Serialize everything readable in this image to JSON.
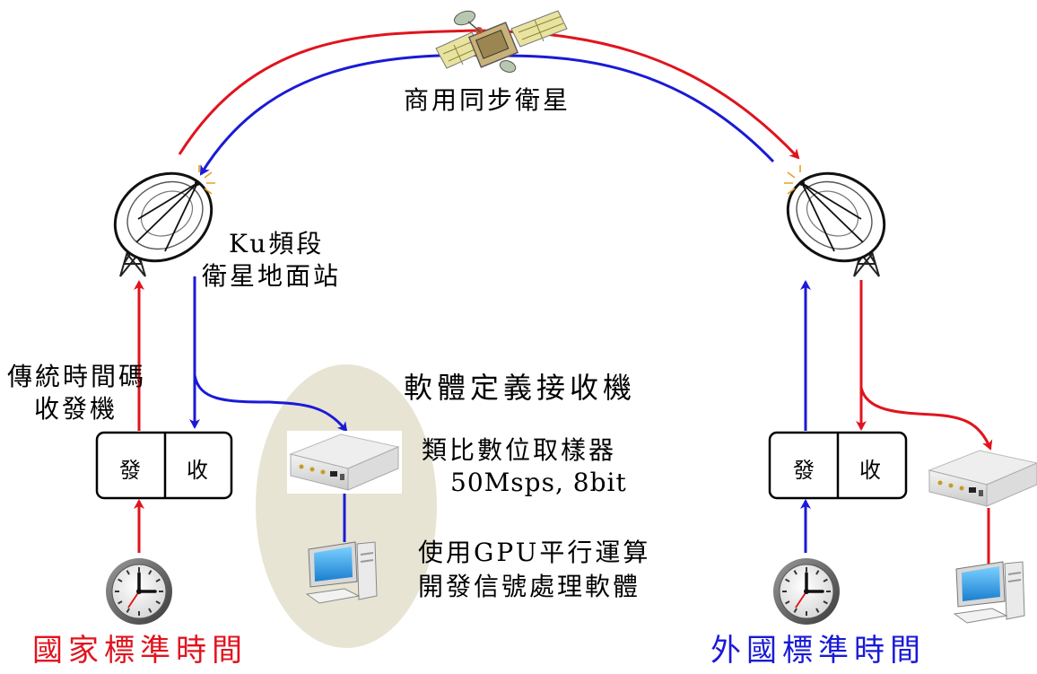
{
  "satellite_label": "商用同步衛星",
  "ground_station": {
    "line1": "Ku頻段",
    "line2": "衛星地面站"
  },
  "timecode_transceiver": {
    "line1": "傳統時間碼",
    "line2": "收發機"
  },
  "sdr_title": "軟體定義接收機",
  "digitizer": {
    "line1": "類比數位取樣器",
    "line2": "50Msps, 8bit"
  },
  "gpu": {
    "line1": "使用GPU平行運算",
    "line2": "開發信號處理軟體"
  },
  "transceiver_left": {
    "tx": "發",
    "rx": "收"
  },
  "transceiver_right": {
    "tx": "發",
    "rx": "收"
  },
  "national_time": "國家標準時間",
  "foreign_time": "外國標準時間",
  "colors": {
    "tx_path": "#e0141e",
    "rx_path": "#1a1ad6",
    "sdr_ellipse": "#e8e4d4",
    "national_label": "#e0141e",
    "foreign_label": "#1a1ad6"
  },
  "icons": [
    "satellite-icon",
    "dish-antenna-icon",
    "clock-icon",
    "digitizer-device-icon",
    "computer-icon"
  ]
}
